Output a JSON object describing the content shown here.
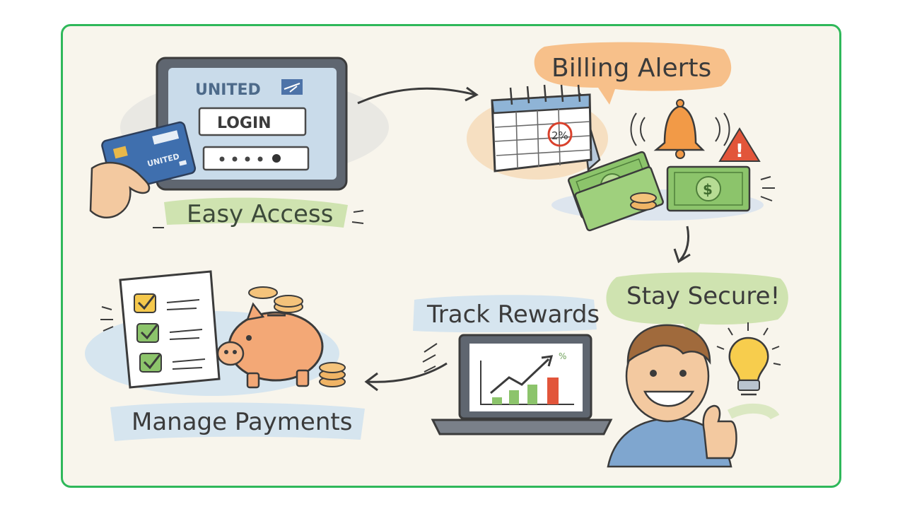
{
  "panels": {
    "easy_access": {
      "caption": "Easy Access",
      "brand": "UNITED",
      "login_label": "LOGIN",
      "card_brand": "UNITED"
    },
    "billing_alerts": {
      "caption": "Billing Alerts",
      "calendar_badge": "2%",
      "alert_symbol": "!"
    },
    "stay_secure": {
      "caption": "Stay Secure!"
    },
    "track_rewards": {
      "caption": "Track Rewards",
      "chart_mark": "%"
    },
    "manage_payments": {
      "caption": "Manage Payments"
    }
  },
  "colors": {
    "border": "#2fb85a",
    "background": "#f8f5ec",
    "green_banner": "#cfe3b0",
    "orange_bubble": "#f7c08a",
    "blue_banner": "#d6e5ef",
    "ink": "#3b3b3b"
  },
  "icons": [
    "tablet-icon",
    "credit-card-icon",
    "hand-icon",
    "calendar-icon",
    "bell-icon",
    "warning-icon",
    "cash-icon",
    "coins-icon",
    "laptop-icon",
    "bar-chart-icon",
    "person-icon",
    "lightbulb-icon",
    "checklist-icon",
    "piggy-bank-icon",
    "arrow-icon"
  ]
}
